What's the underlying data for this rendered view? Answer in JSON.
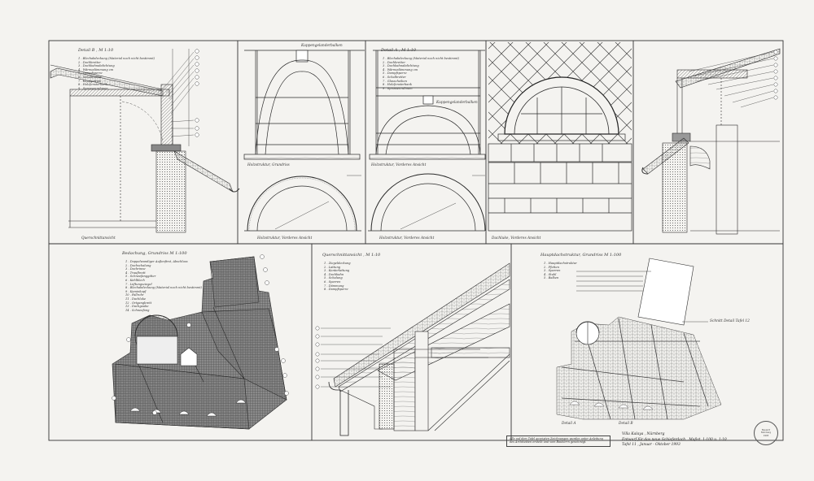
{
  "sheet": {
    "panels": {
      "detail_b": {
        "title": "Detail B ,  M  1:10",
        "legend": [
          "1 .  Blechabdeckung (Material noch nicht bestimmt)",
          "2 .  Dachbretter",
          "3 .  Dachbahnabdichtung",
          "4 .  Wärmedämmung  cm",
          "5 .  Dampfsperre",
          "6 .  Schalbretter",
          "7 .  Kappgesims",
          "8 .  Holzfensterbank",
          "9 .  Sprossenrahmen"
        ],
        "section_label": "Querschnittansicht"
      },
      "ladder_plan": {
        "top_label": "Kuppengelanderbalken",
        "caption_mid": "Holzstruktur,  Grundriss",
        "caption_bottom": "Holzstruktur,  Vorderes Ansicht"
      },
      "detail_a": {
        "title": "Detail A ,  M  1:10",
        "legend": [
          "1 .  Blechabdeckung (Material noch nicht bestimmt)",
          "2 .  Dachbretter",
          "3 .  Dachbahnabdichtung",
          "4 .  Wärmedämmung  cm",
          "5 .  Dampfsperre",
          "6 .  Schalbretter",
          "7 .  Glasscheiben",
          "8 .  Holzfensterbank",
          "9 .  Sprossenrahmen"
        ],
        "mid_label": "Kuppengelanderbalken",
        "caption_mid": "Holzstruktur,  Vorderes Ansicht",
        "caption_bottom": "Holzstruktur,  Vorderes Ansicht"
      },
      "dormer": {
        "caption": "Dachluke,  Vorderes Ansicht"
      },
      "roof_plan": {
        "title": "Bedachung,  Grundriss  M 1:100",
        "legend": [
          "1 .  Doppelwandiger Außenfirst, Abschluss",
          "2 .  Dachschalung",
          "3 .  Dachrinne",
          "4 .  Traufbrett",
          "5 .  Schneefanggitter",
          "6 .  Kehlblech",
          "7 .  Lüftungsziegel",
          "8 .  Blechabdeckung (Material noch nicht bestimmt)",
          "9 .  Kaminkopf",
          "10 . Fallrohr",
          "11 . Dachluke",
          "12 . Ortgangbrett",
          "13 . Dachgaube",
          "14 . Schneefang"
        ]
      },
      "section_detail": {
        "title": "Querschnittansicht ,  M 1:10",
        "legend": [
          "1 .  Ziegeldeckung",
          "2 .  Lattung",
          "3 .  Konterlattung",
          "4 .  Dachbahn",
          "5 .  Schalung",
          "6 .  Sparren",
          "7 .  Dämmung",
          "8 .  Dampfsperre"
        ]
      },
      "structure_plan": {
        "title": "Hauptdachstruktur,  Grundriss  M 1:100",
        "legend": [
          "1 .  Hauptdachstruktur",
          "2 .  Pfetten",
          "3 .  Sparren",
          "4 .  Stuhl",
          "5 .  Balken"
        ],
        "detail_callout": "Schnitt Detail  Tafel  12",
        "marker_a": "Detail  A",
        "marker_b": "Detail  B"
      }
    },
    "title_block": {
      "line1": "Villa Kalaya ,  Nürnberg",
      "line2": "Entwurf  für  das neue Schieferdach ,  Maßst.  1:100  u. 1:10",
      "line3": "Tafel  11  ,  Januar - Oktober  1993"
    },
    "note_box": {
      "line1": "Alle auf dem Tafel gezeigten Zeichnungen wurden unter Anleitung",
      "line2": "des Architekten erstellt und vom Bauherrn genehmigt."
    },
    "stamp": {
      "line1": "Bauamt",
      "line2": "Nürnberg",
      "line3": "1993"
    },
    "colors": {
      "ink": "#2a2a2a",
      "paper": "#f4f3f0",
      "hatch": "#6a6a6a"
    }
  }
}
